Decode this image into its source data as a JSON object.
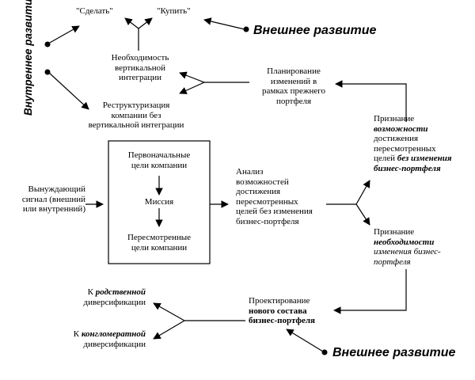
{
  "diagram": {
    "make_label": "\"Сделать\"",
    "buy_label": "\"Купить\"",
    "external_top": "Внешнее развитие",
    "external_bottom": "Внешнее развитие",
    "internal": "Внутреннее развитие",
    "vertical_integration": [
      "Необходимость",
      "вертикальной",
      "интеграции"
    ],
    "restructuring": [
      "Реструктуризация",
      "компании без",
      "вертикальной интеграции"
    ],
    "planning": [
      "Планирование",
      "изменений в",
      "рамках прежнего",
      "портфеля"
    ],
    "initial_goals": [
      "Первоначальные",
      "цели компании"
    ],
    "mission": "Миссия",
    "revised_goals": [
      "Пересмотренные",
      "цели компании"
    ],
    "signal": [
      "Вынуждающий",
      "сигнал (внешний",
      "или внутренний)"
    ],
    "analysis": [
      "Анализ",
      "возможностей",
      "достижения",
      "пересмотренных",
      "целей без изменения",
      "бизнес-портфеля"
    ],
    "recog_possibility": {
      "l1": "Признание",
      "l2": "возможности",
      "l3": "достижения",
      "l4": "пересмотренных",
      "l5a": "целей ",
      "l5b": "без изменения",
      "l6": "бизнес-портфеля"
    },
    "recog_necessity": {
      "l1": "Признание",
      "l2": "необходимости",
      "l3": "изменения бизнес-",
      "l4": "портфеля"
    },
    "design": {
      "l1": "Проектирование",
      "l2": "нового состава",
      "l3": "бизнес-портфеля"
    },
    "related": {
      "prefix": "К ",
      "em": "родственной",
      "l2": "диверсификации"
    },
    "conglomerate": {
      "prefix": "К ",
      "em": "конгломератной",
      "l2": "диверсификации"
    }
  }
}
